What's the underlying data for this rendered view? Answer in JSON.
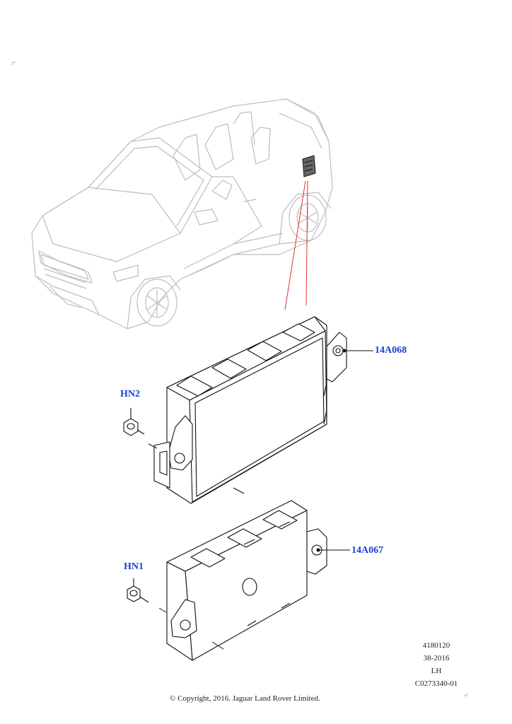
{
  "callouts": {
    "upper_module": "14A068",
    "lower_module": "14A067",
    "nut_upper": "HN2",
    "nut_lower": "HN1"
  },
  "info_block": {
    "line1": "4180120",
    "line2": "38-2016",
    "line3": "LH",
    "line4": "C0273340-01"
  },
  "copyright": "© Copyright, 2016. Jaguar Land Rover Limited.",
  "colors": {
    "callout_text": "#1a3fd6",
    "leader_red": "#e03030",
    "line_drawing": "#111111",
    "vehicle_ghost": "#bdbdbd"
  },
  "icons": {
    "vehicle": "convertible-suv-illustration",
    "module_upper": "body-control-module",
    "module_lower": "gateway-module",
    "nut": "hex-nut"
  }
}
